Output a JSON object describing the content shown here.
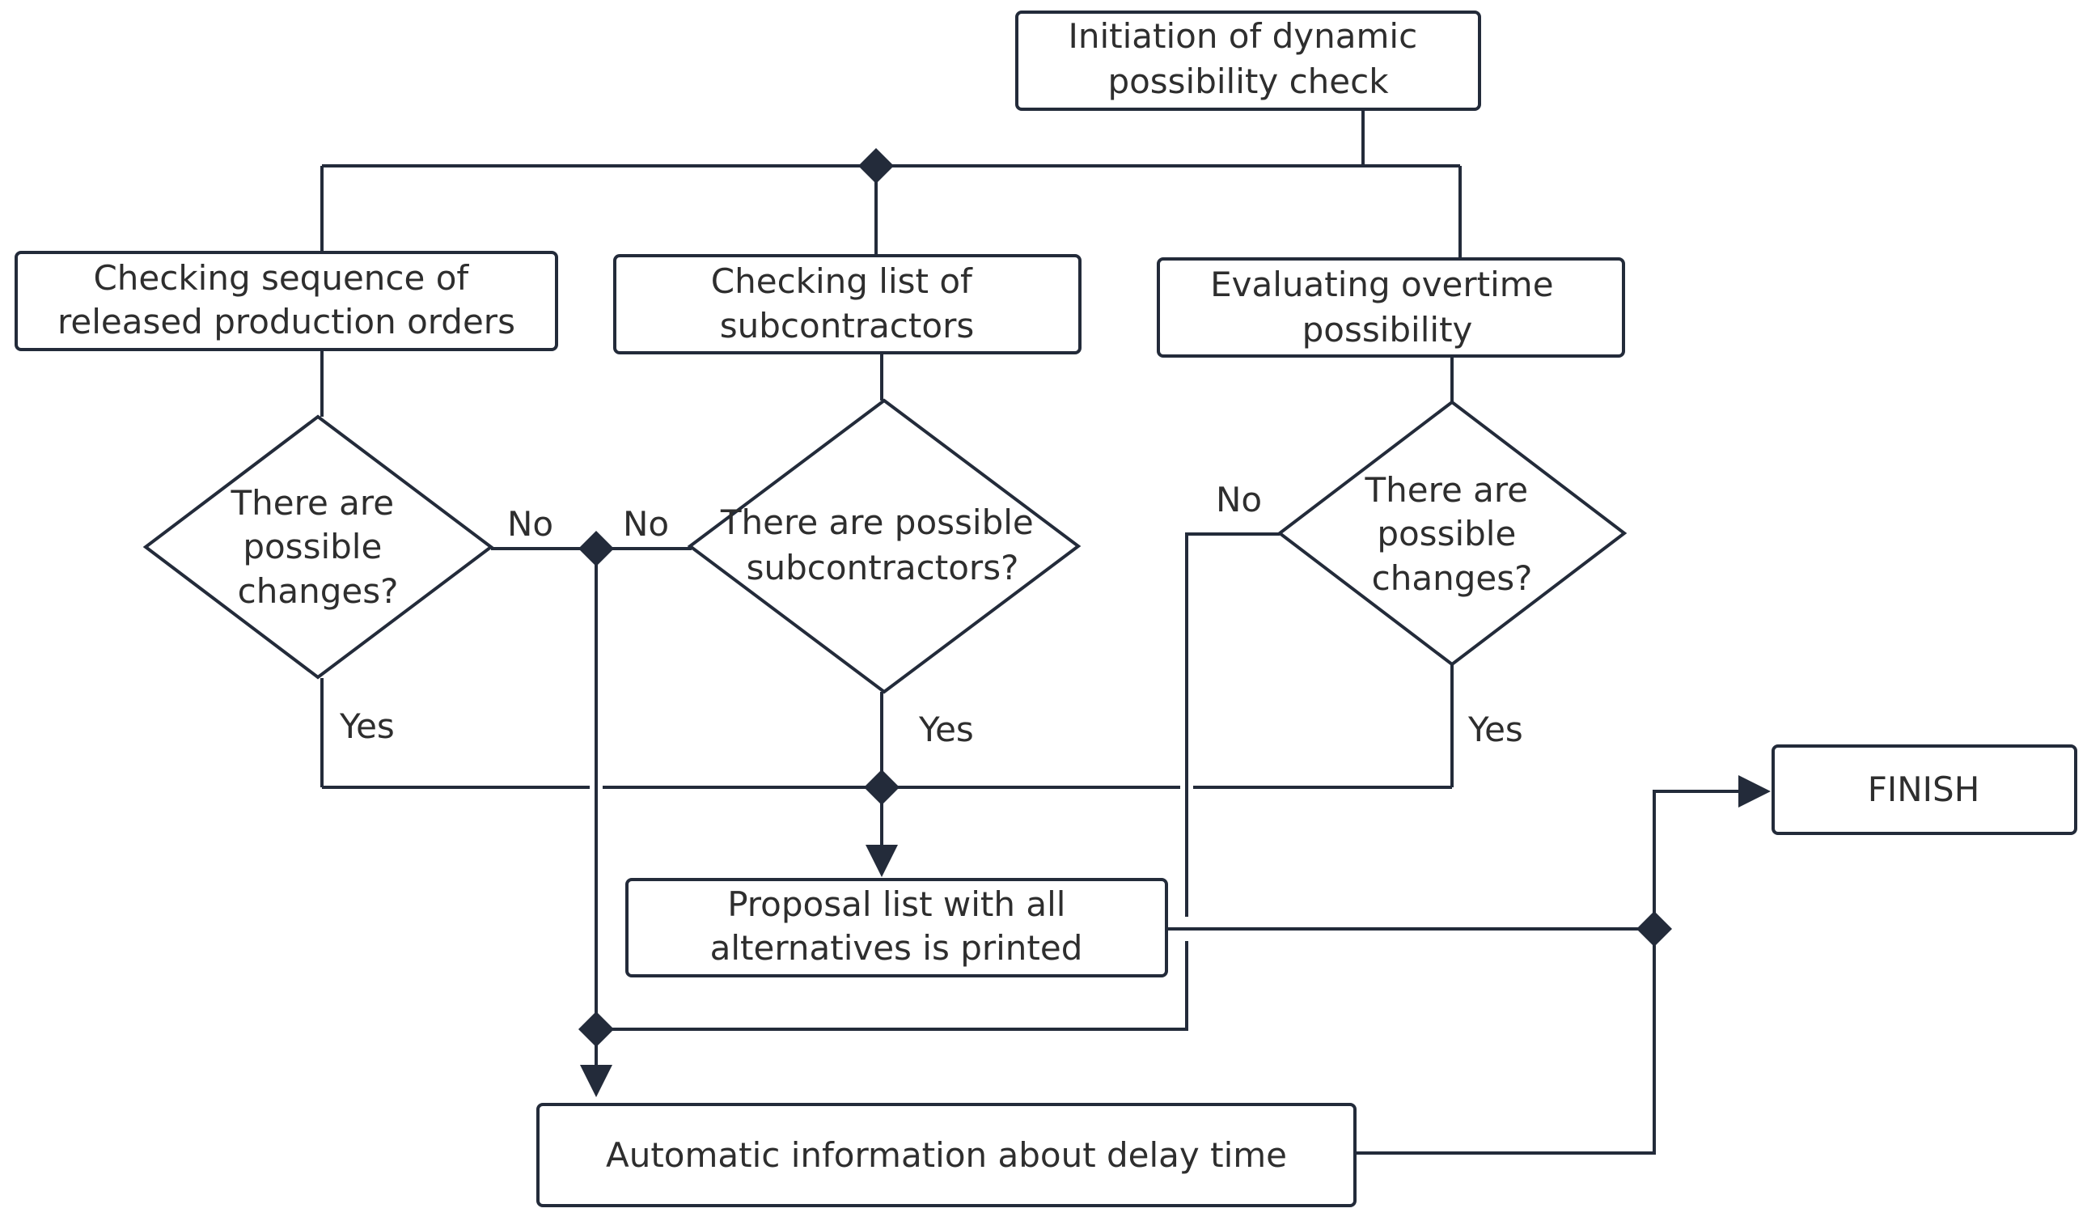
{
  "nodes": {
    "start": [
      "Initiation of dynamic",
      "possibility check"
    ],
    "check_sequence": [
      "Checking sequence of",
      "released production orders"
    ],
    "check_subcontractors": [
      "Checking list of",
      "subcontractors"
    ],
    "evaluate_overtime": [
      "Evaluating overtime",
      "possibility"
    ],
    "decision_changes_left": [
      "There are",
      "possible",
      "changes?"
    ],
    "decision_subcontractors": [
      "There are possible",
      "subcontractors?"
    ],
    "decision_changes_right": [
      "There are",
      "possible",
      "changes?"
    ],
    "proposal_list": [
      "Proposal list with all",
      "alternatives is printed"
    ],
    "delay_info": [
      "Automatic information about delay time"
    ],
    "finish": [
      "FINISH"
    ]
  },
  "edge_labels": {
    "left_no": "No",
    "mid_no": "No",
    "right_no": "No",
    "left_yes": "Yes",
    "mid_yes": "Yes",
    "right_yes": "Yes"
  },
  "colors": {
    "stroke": "#232b3a",
    "text": "#2e2e2e"
  }
}
